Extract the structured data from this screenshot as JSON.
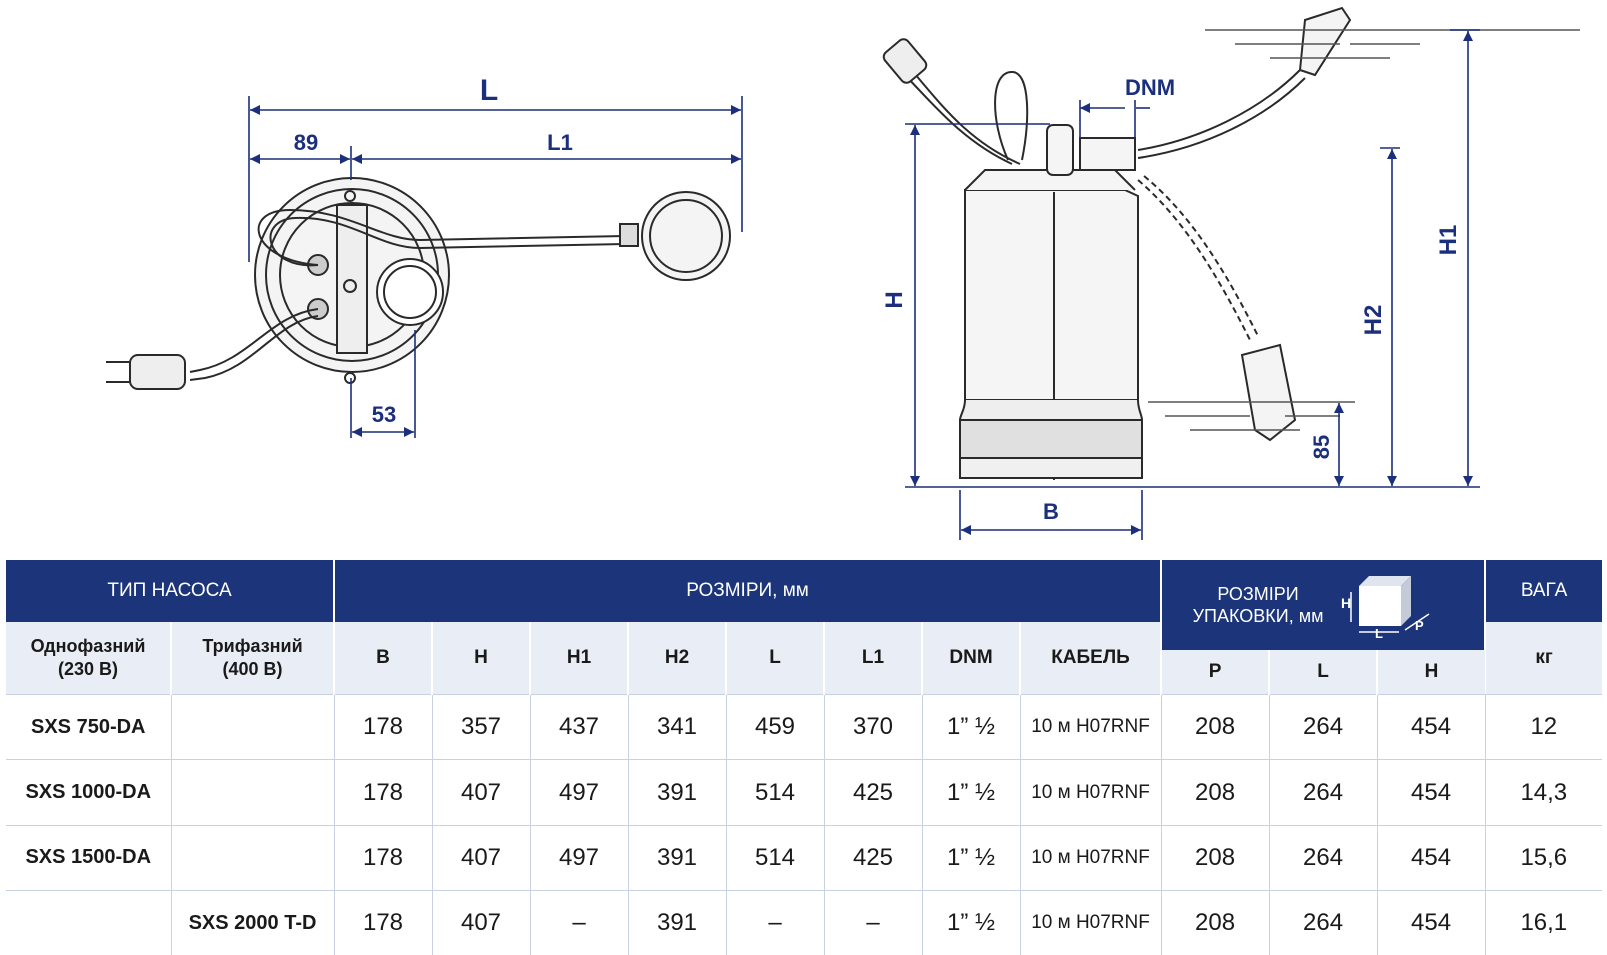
{
  "diagram": {
    "top_view": {
      "L": "L",
      "L1": "L1",
      "d89": "89",
      "d53": "53"
    },
    "side_view": {
      "DNM": "DNM",
      "H": "H",
      "H1": "H1",
      "H2": "H2",
      "d85": "85",
      "B": "B"
    }
  },
  "table": {
    "pump_type": "ТИП НАСОСА",
    "dimensions": "РОЗМІРИ, мм",
    "packaging_line1": "РОЗМІРИ",
    "packaging_line2": "УПАКОВКИ, мм",
    "pkg_icon_labels": {
      "h": "H",
      "l": "L",
      "p": "P"
    },
    "weight": "ВАГА",
    "single_phase_1": "Однофазний",
    "single_phase_2": "(230 В)",
    "three_phase_1": "Трифазний",
    "three_phase_2": "(400 В)",
    "dim_cols": [
      "B",
      "H",
      "H1",
      "H2",
      "L",
      "L1",
      "DNM",
      "КАБЕЛЬ"
    ],
    "pkg_cols": [
      "P",
      "L",
      "H"
    ],
    "weight_unit": "кг",
    "rows": [
      {
        "single": "SXS 750-DA",
        "three": "",
        "B": "178",
        "H": "357",
        "H1": "437",
        "H2": "341",
        "L": "459",
        "L1": "370",
        "DNM": "1” ½",
        "cable": "10 м H07RNF",
        "P": "208",
        "PL": "264",
        "PH": "454",
        "kg": "12"
      },
      {
        "single": "SXS 1000-DA",
        "three": "",
        "B": "178",
        "H": "407",
        "H1": "497",
        "H2": "391",
        "L": "514",
        "L1": "425",
        "DNM": "1” ½",
        "cable": "10 м H07RNF",
        "P": "208",
        "PL": "264",
        "PH": "454",
        "kg": "14,3"
      },
      {
        "single": "SXS 1500-DA",
        "three": "",
        "B": "178",
        "H": "407",
        "H1": "497",
        "H2": "391",
        "L": "514",
        "L1": "425",
        "DNM": "1” ½",
        "cable": "10 м H07RNF",
        "P": "208",
        "PL": "264",
        "PH": "454",
        "kg": "15,6"
      },
      {
        "single": "",
        "three": "SXS 2000 T-D",
        "B": "178",
        "H": "407",
        "H1": "–",
        "H2": "391",
        "L": "–",
        "L1": "–",
        "DNM": "1” ½",
        "cable": "10 м H07RNF",
        "P": "208",
        "PL": "264",
        "PH": "454",
        "kg": "16,1"
      }
    ]
  }
}
